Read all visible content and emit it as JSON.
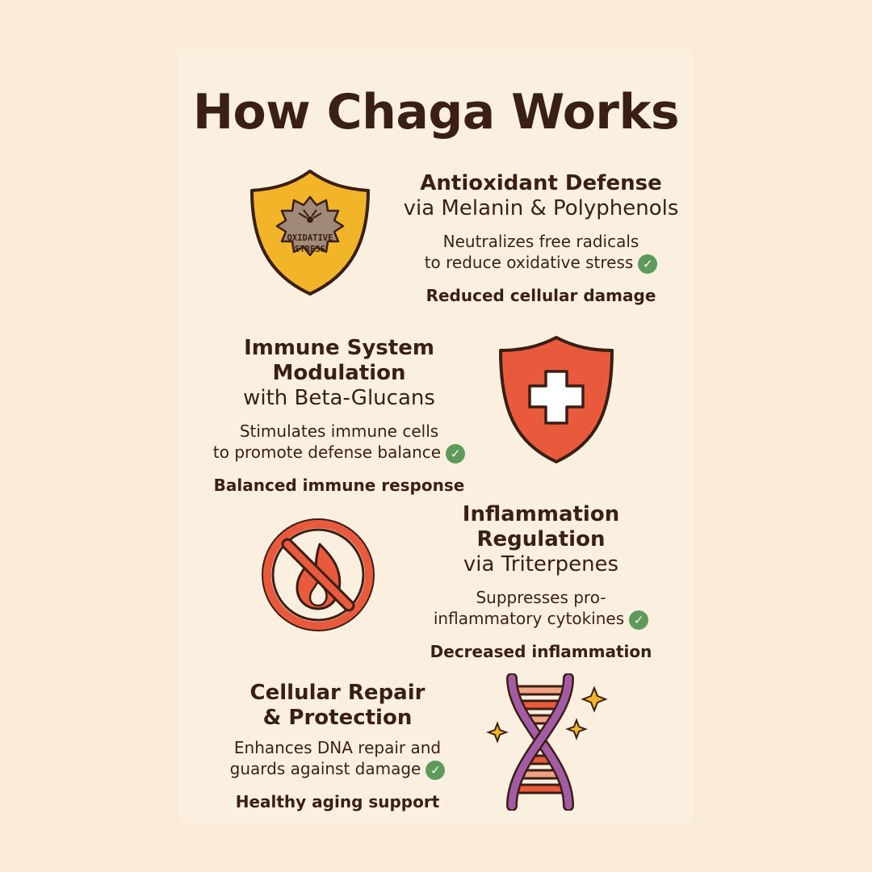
{
  "title": "How Chaga Works",
  "colors": {
    "background": "#faecd9",
    "text": "#3a1f14",
    "check": "#5e9a5b",
    "shield_yellow": "#f2b52a",
    "shield_red": "#e95a3d",
    "dna_purple": "#a45ba6",
    "sparkle": "#f2b52a"
  },
  "sections": [
    {
      "icon": "oxidative-stress-shield-icon",
      "icon_label_1": "OXIDATIVE",
      "icon_label_2": "STRESS",
      "heading": "Antioxidant Defense",
      "subheading": "via Melanin & Polyphenols",
      "desc_1": "Neutralizes free radicals",
      "desc_2": "to reduce oxidative stress",
      "result": "Reduced cellular damage"
    },
    {
      "icon": "medical-cross-shield-icon",
      "heading_1": "Immune System",
      "heading_2": "Modulation",
      "subheading": "with Beta-Glucans",
      "desc_1": "Stimulates immune cells",
      "desc_2": "to promote defense balance",
      "result": "Balanced immune response"
    },
    {
      "icon": "no-fire-icon",
      "heading_1": "Inflammation",
      "heading_2": "Regulation",
      "subheading": "via Triterpenes",
      "desc_1": "Suppresses pro-",
      "desc_2": "inflammatory cytokines",
      "result": "Decreased inflammation"
    },
    {
      "icon": "dna-helix-icon",
      "heading_1": "Cellular Repair",
      "heading_2": "& Protection",
      "desc_1": "Enhances DNA repair and",
      "desc_2": "guards against damage",
      "result": "Healthy aging support"
    }
  ]
}
